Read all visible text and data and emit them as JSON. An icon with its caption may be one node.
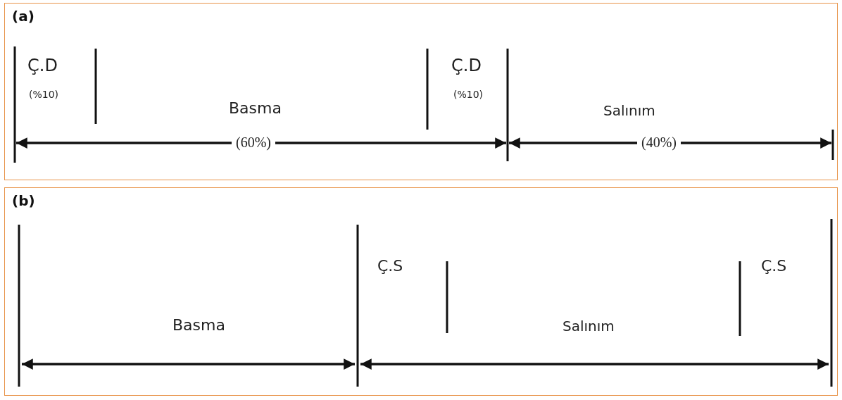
{
  "diagram": {
    "nodes": [
      {
        "text": [
          "(a)"
        ]
      },
      {
        "text": [
          "(b)"
        ]
      }
    ],
    "labels": [
      "Ç.D",
      "(%10)",
      "Basma",
      "Ç.D",
      "(%10)",
      "Salınım",
      "(60%)",
      "(40%)",
      "Ç.S",
      "Ç.S",
      "Basma",
      "Salınım"
    ]
  }
}
